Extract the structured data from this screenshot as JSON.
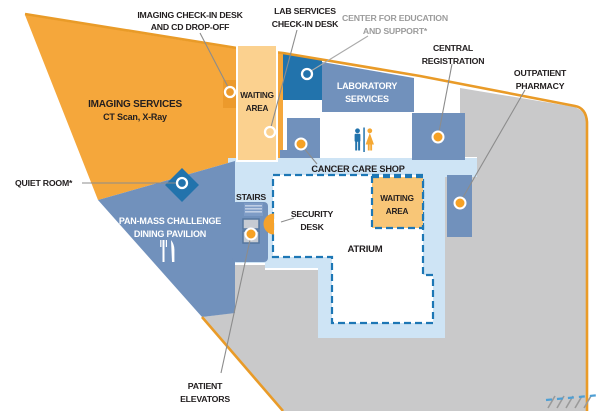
{
  "map": {
    "labels": {
      "imaging_checkin": {
        "line1": "IMAGING CHECK-IN DESK",
        "line2": "AND CD DROP-OFF"
      },
      "lab_checkin": {
        "line1": "LAB SERVICES",
        "line2": "CHECK-IN DESK"
      },
      "center_education": {
        "line1": "CENTER FOR EDUCATION",
        "line2": "AND SUPPORT*"
      },
      "central_registration": {
        "line1": "CENTRAL",
        "line2": "REGISTRATION"
      },
      "outpatient_pharmacy": {
        "line1": "OUTPATIENT",
        "line2": "PHARMACY"
      },
      "imaging_services": {
        "line1": "IMAGING SERVICES",
        "line2": "CT Scan, X-Ray"
      },
      "quiet_room": {
        "line1": "QUIET ROOM*"
      },
      "dining_pavilion": {
        "line1": "PAN-MASS CHALLENGE",
        "line2": "DINING PAVILION"
      },
      "stairs": {
        "line1": "STAIRS"
      },
      "security_desk": {
        "line1": "SECURITY",
        "line2": "DESK"
      },
      "waiting_area_imaging": {
        "line1": "WAITING",
        "line2": "AREA"
      },
      "waiting_area_atrium": {
        "line1": "WAITING",
        "line2": "AREA"
      },
      "cancer_care_shop": {
        "line1": "CANCER CARE SHOP"
      },
      "atrium": {
        "line1": "ATRIUM"
      },
      "laboratory_services": {
        "line1": "LABORATORY",
        "line2": "SERVICES"
      },
      "patient_elevators": {
        "line1": "PATIENT",
        "line2": "ELEVATORS"
      }
    },
    "icons": {
      "restroom": "male-and-female-restroom-icon",
      "dining": "fork-and-knife-icon",
      "stairs": "stairs-icon",
      "elevators": "elevator-icon",
      "markers": [
        "imaging-check-in-marker",
        "center-education-marker",
        "lab-check-in-marker",
        "quiet-room-marker",
        "central-registration-marker",
        "outpatient-pharmacy-marker",
        "cancer-care-shop-marker",
        "patient-elevators-marker",
        "security-desk-marker"
      ]
    },
    "colors": {
      "orange_area": "#F5A73B",
      "orange_border": "#E99B28",
      "light_orange_waiting": "#FBD18F",
      "atrium_waiting_orange": "#F8C677",
      "medium_blue": "#7191BC",
      "dark_blue": "#2273AC",
      "pale_blue": "#CEE4F5",
      "dashed_blue": "#1D77B5",
      "gray_area": "#C9C9CA",
      "marker_orange": "#F5A125"
    }
  }
}
